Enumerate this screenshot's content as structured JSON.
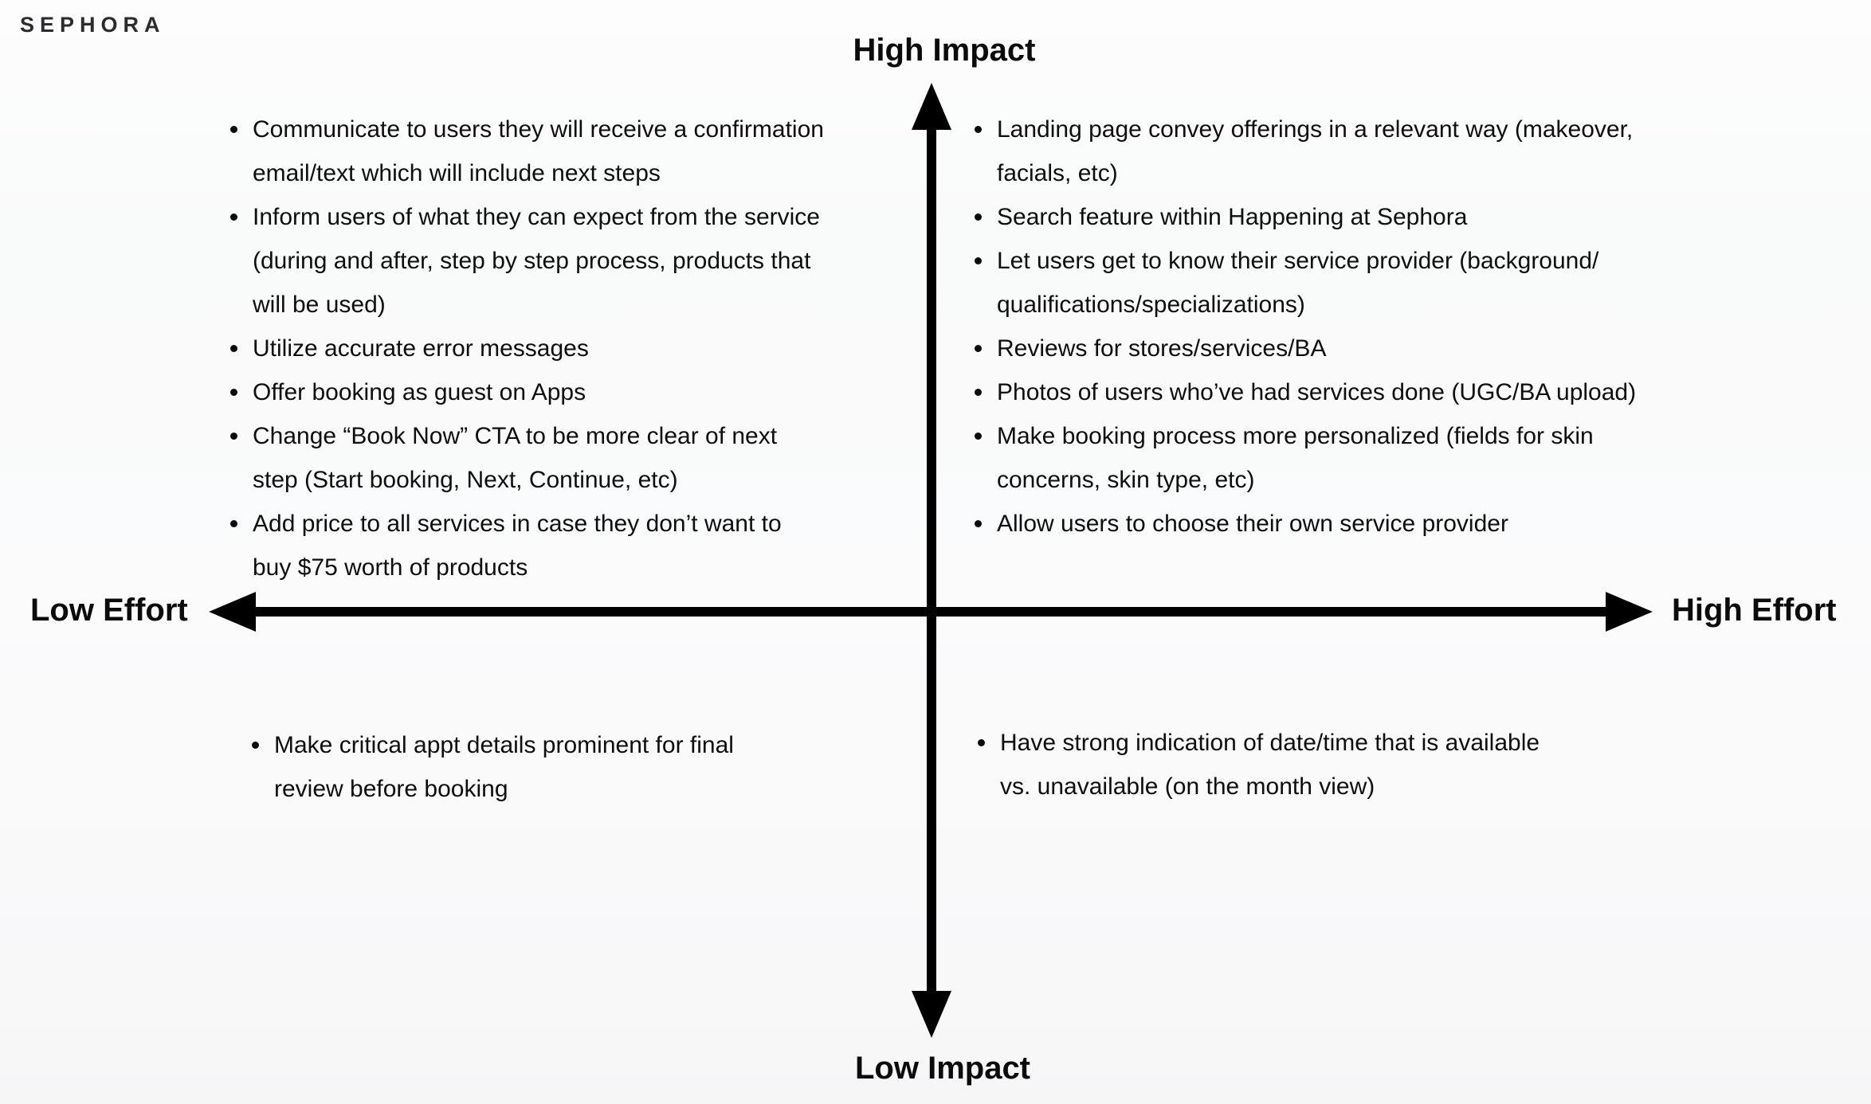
{
  "brand": {
    "logo_text": "SEPHORA"
  },
  "matrix": {
    "axis_labels": {
      "top": "High Impact",
      "bottom": "Low Impact",
      "left": "Low Effort",
      "right": "High Effort"
    },
    "quadrants": {
      "high_impact_low_effort": {
        "position": "top-left",
        "items": [
          "Communicate to users they will receive a confirmation\nemail/text which will include next steps",
          "Inform users of what they can expect from the service\n(during and after, step by step process, products that\nwill be used)",
          "Utilize accurate error messages",
          "Offer booking as guest on Apps",
          "Change “Book Now” CTA to be more clear of next\nstep (Start booking, Next, Continue, etc)",
          "Add price to all services in case they don’t want to\nbuy $75 worth of products"
        ]
      },
      "high_impact_high_effort": {
        "position": "top-right",
        "items": [
          "Landing page convey offerings in a relevant way (makeover,\nfacials, etc)",
          "Search feature within Happening at Sephora",
          "Let users get to know their service provider (background/\nqualifications/specializations)",
          "Reviews for stores/services/BA",
          "Photos of users who’ve had services done (UGC/BA upload)",
          "Make booking process more personalized (fields for skin\nconcerns, skin type, etc)",
          "Allow users to choose their own service provider"
        ]
      },
      "low_impact_low_effort": {
        "position": "bottom-left",
        "items": [
          "Make critical appt details prominent for final\nreview before booking"
        ]
      },
      "low_impact_high_effort": {
        "position": "bottom-right",
        "items": [
          "Have strong indication of date/time that is available\nvs. unavailable (on the month view)"
        ]
      }
    }
  },
  "colors": {
    "background": "#fafafa",
    "text": "#111111",
    "axis": "#000000",
    "logo": "#2b2b30"
  }
}
